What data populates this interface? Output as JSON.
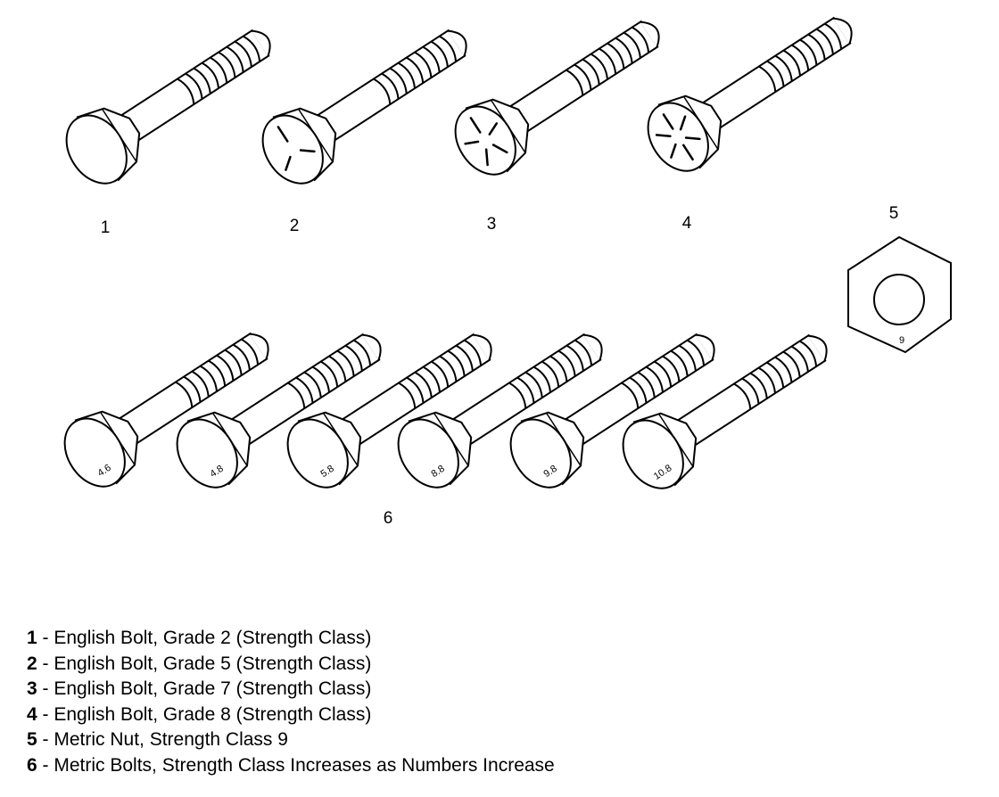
{
  "callouts": [
    "1",
    "2",
    "3",
    "4",
    "5",
    "6"
  ],
  "english_bolts": [
    {
      "callout": "1",
      "head_marks": 0
    },
    {
      "callout": "2",
      "head_marks": 3
    },
    {
      "callout": "3",
      "head_marks": 5
    },
    {
      "callout": "4",
      "head_marks": 6
    }
  ],
  "metric_nut": {
    "callout": "5",
    "mark": "9"
  },
  "metric_bolts": {
    "callout": "6",
    "marks": [
      "4.6",
      "4.8",
      "5.8",
      "8.8",
      "9.8",
      "10.8"
    ]
  },
  "legend": [
    {
      "key": "1",
      "text": " - English Bolt, Grade 2 (Strength Class)"
    },
    {
      "key": "2",
      "text": " - English Bolt, Grade 5 (Strength Class)"
    },
    {
      "key": "3",
      "text": " - English Bolt, Grade 7 (Strength Class)"
    },
    {
      "key": "4",
      "text": " - English Bolt, Grade 8 (Strength Class)"
    },
    {
      "key": "5",
      "text": " - Metric Nut, Strength Class 9"
    },
    {
      "key": "6",
      "text": " - Metric Bolts, Strength Class Increases as Numbers Increase"
    }
  ]
}
